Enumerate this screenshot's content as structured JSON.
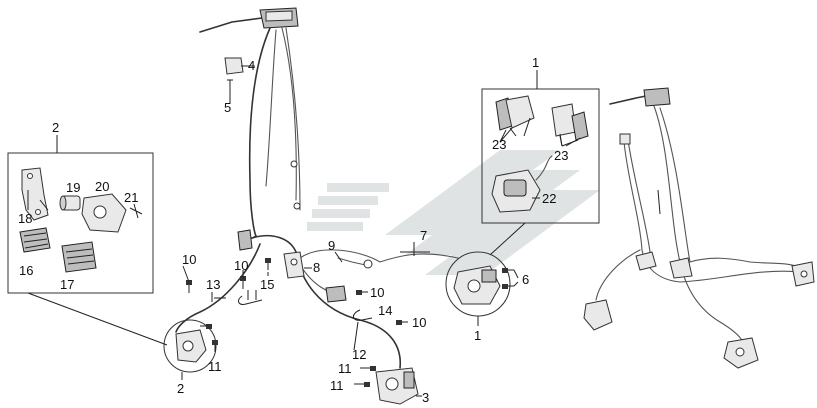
{
  "callouts": [
    {
      "id": "c1a",
      "text": "1"
    },
    {
      "id": "c1b",
      "text": "1"
    },
    {
      "id": "c2a",
      "text": "2"
    },
    {
      "id": "c2b",
      "text": "2"
    },
    {
      "id": "c3",
      "text": "3"
    },
    {
      "id": "c4",
      "text": "4"
    },
    {
      "id": "c5",
      "text": "5"
    },
    {
      "id": "c6",
      "text": "6"
    },
    {
      "id": "c7",
      "text": "7"
    },
    {
      "id": "c8",
      "text": "8"
    },
    {
      "id": "c9",
      "text": "9"
    },
    {
      "id": "c10a",
      "text": "10"
    },
    {
      "id": "c10b",
      "text": "10"
    },
    {
      "id": "c10c",
      "text": "10"
    },
    {
      "id": "c10d",
      "text": "10"
    },
    {
      "id": "c11a",
      "text": "11"
    },
    {
      "id": "c11b",
      "text": "11"
    },
    {
      "id": "c11c",
      "text": "11"
    },
    {
      "id": "c12",
      "text": "12"
    },
    {
      "id": "c13",
      "text": "13"
    },
    {
      "id": "c14",
      "text": "14"
    },
    {
      "id": "c15",
      "text": "15"
    },
    {
      "id": "c16",
      "text": "16"
    },
    {
      "id": "c17",
      "text": "17"
    },
    {
      "id": "c18",
      "text": "18"
    },
    {
      "id": "c19",
      "text": "19"
    },
    {
      "id": "c20",
      "text": "20"
    },
    {
      "id": "c21",
      "text": "21"
    },
    {
      "id": "c22",
      "text": "22"
    },
    {
      "id": "c23a",
      "text": "23"
    },
    {
      "id": "c23b",
      "text": "23"
    }
  ],
  "colors": {
    "line": "#222222",
    "watermark": "#dfe3e3",
    "part_fill": "#e9e9e9",
    "part_dark": "#bdbdbd"
  },
  "watermark": {
    "icon": "stylized-s-logo-watermark"
  }
}
